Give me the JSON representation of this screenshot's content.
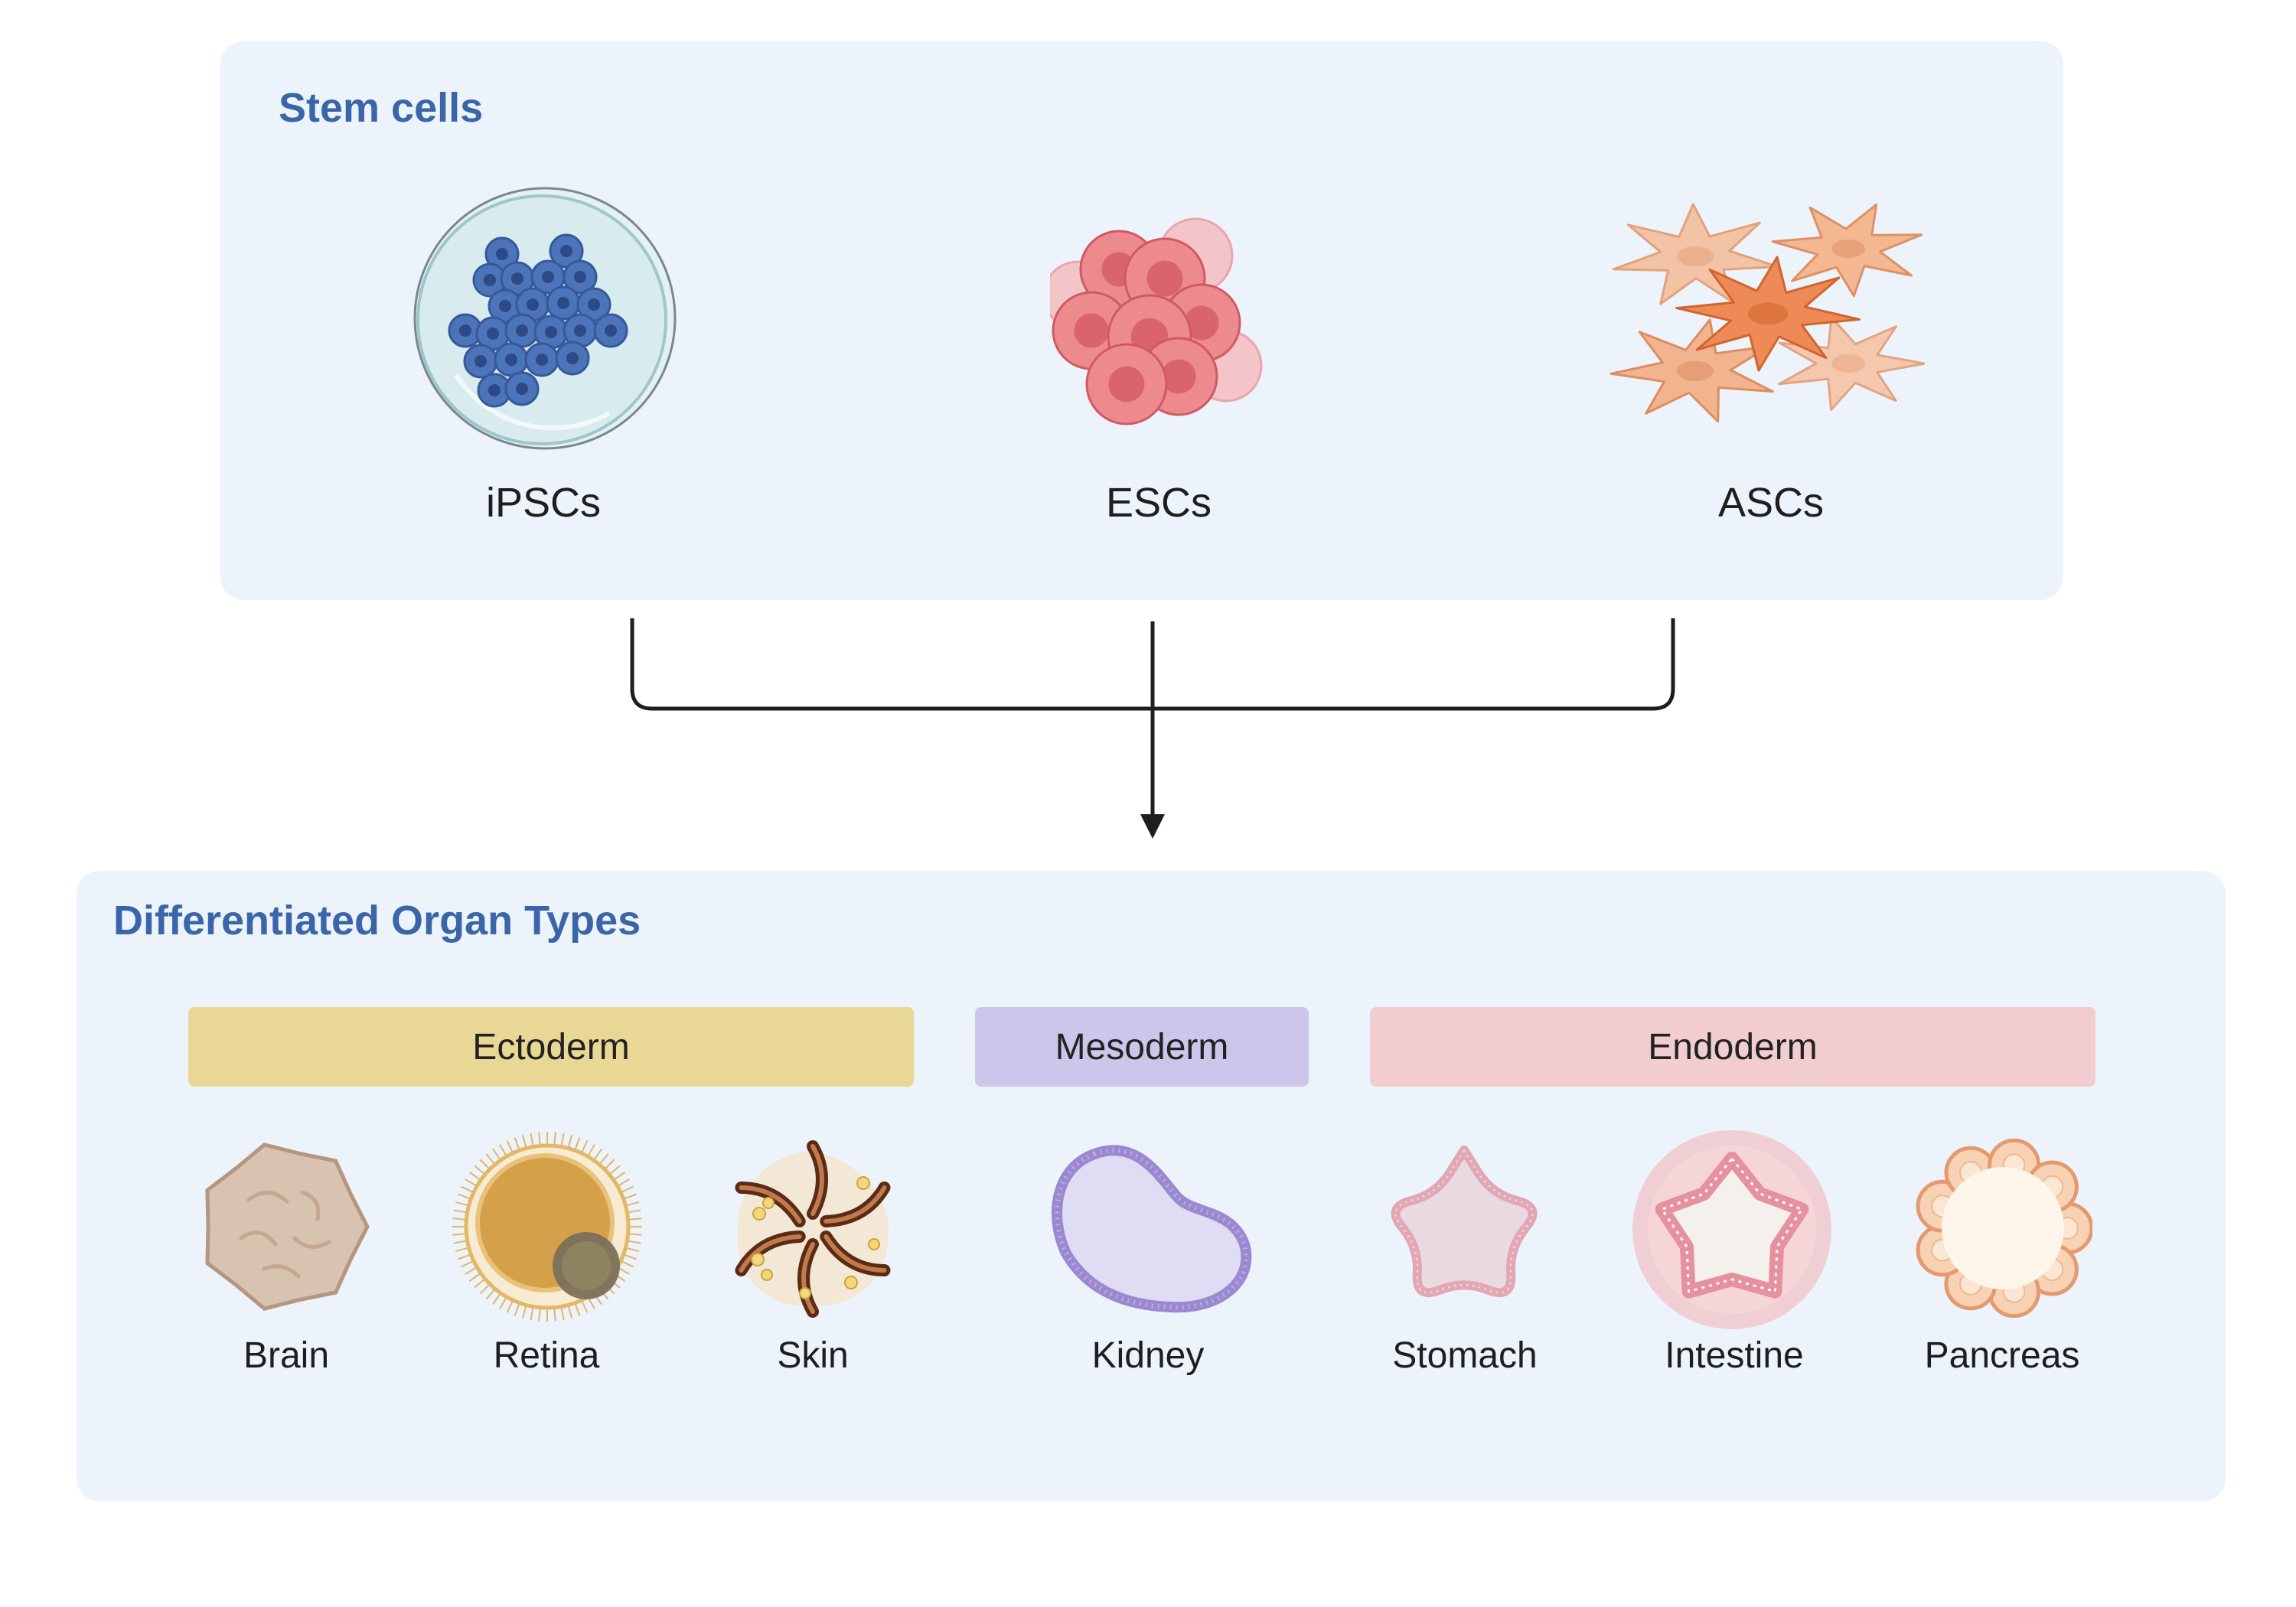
{
  "stem_panel": {
    "title": "Stem cells",
    "cells": [
      {
        "label": "iPSCs",
        "icon": "petri-dish-cell-colony-icon"
      },
      {
        "label": "ESCs",
        "icon": "embryonic-cell-cluster-icon"
      },
      {
        "label": "ASCs",
        "icon": "stellate-adult-stem-cells-icon"
      }
    ]
  },
  "organ_panel": {
    "title": "Differentiated Organ Types",
    "germ_layers": [
      {
        "label": "Ectoderm",
        "color": "#e9d796"
      },
      {
        "label": "Mesoderm",
        "color": "#cdc6ea"
      },
      {
        "label": "Endoderm",
        "color": "#f2cdcf"
      }
    ],
    "organs": [
      {
        "label": "Brain",
        "layer": "Ectoderm",
        "icon": "brain-organoid-icon"
      },
      {
        "label": "Retina",
        "layer": "Ectoderm",
        "icon": "retina-organoid-icon"
      },
      {
        "label": "Skin",
        "layer": "Ectoderm",
        "icon": "skin-organoid-icon"
      },
      {
        "label": "Kidney",
        "layer": "Mesoderm",
        "icon": "kidney-organoid-icon"
      },
      {
        "label": "Stomach",
        "layer": "Endoderm",
        "icon": "stomach-organoid-icon"
      },
      {
        "label": "Intestine",
        "layer": "Endoderm",
        "icon": "intestine-organoid-icon"
      },
      {
        "label": "Pancreas",
        "layer": "Endoderm",
        "icon": "pancreas-organoid-icon"
      }
    ]
  },
  "colors": {
    "panel_background": "#edf3fb",
    "title_blue": "#3a66a9",
    "connector": "#1e1e1e"
  }
}
